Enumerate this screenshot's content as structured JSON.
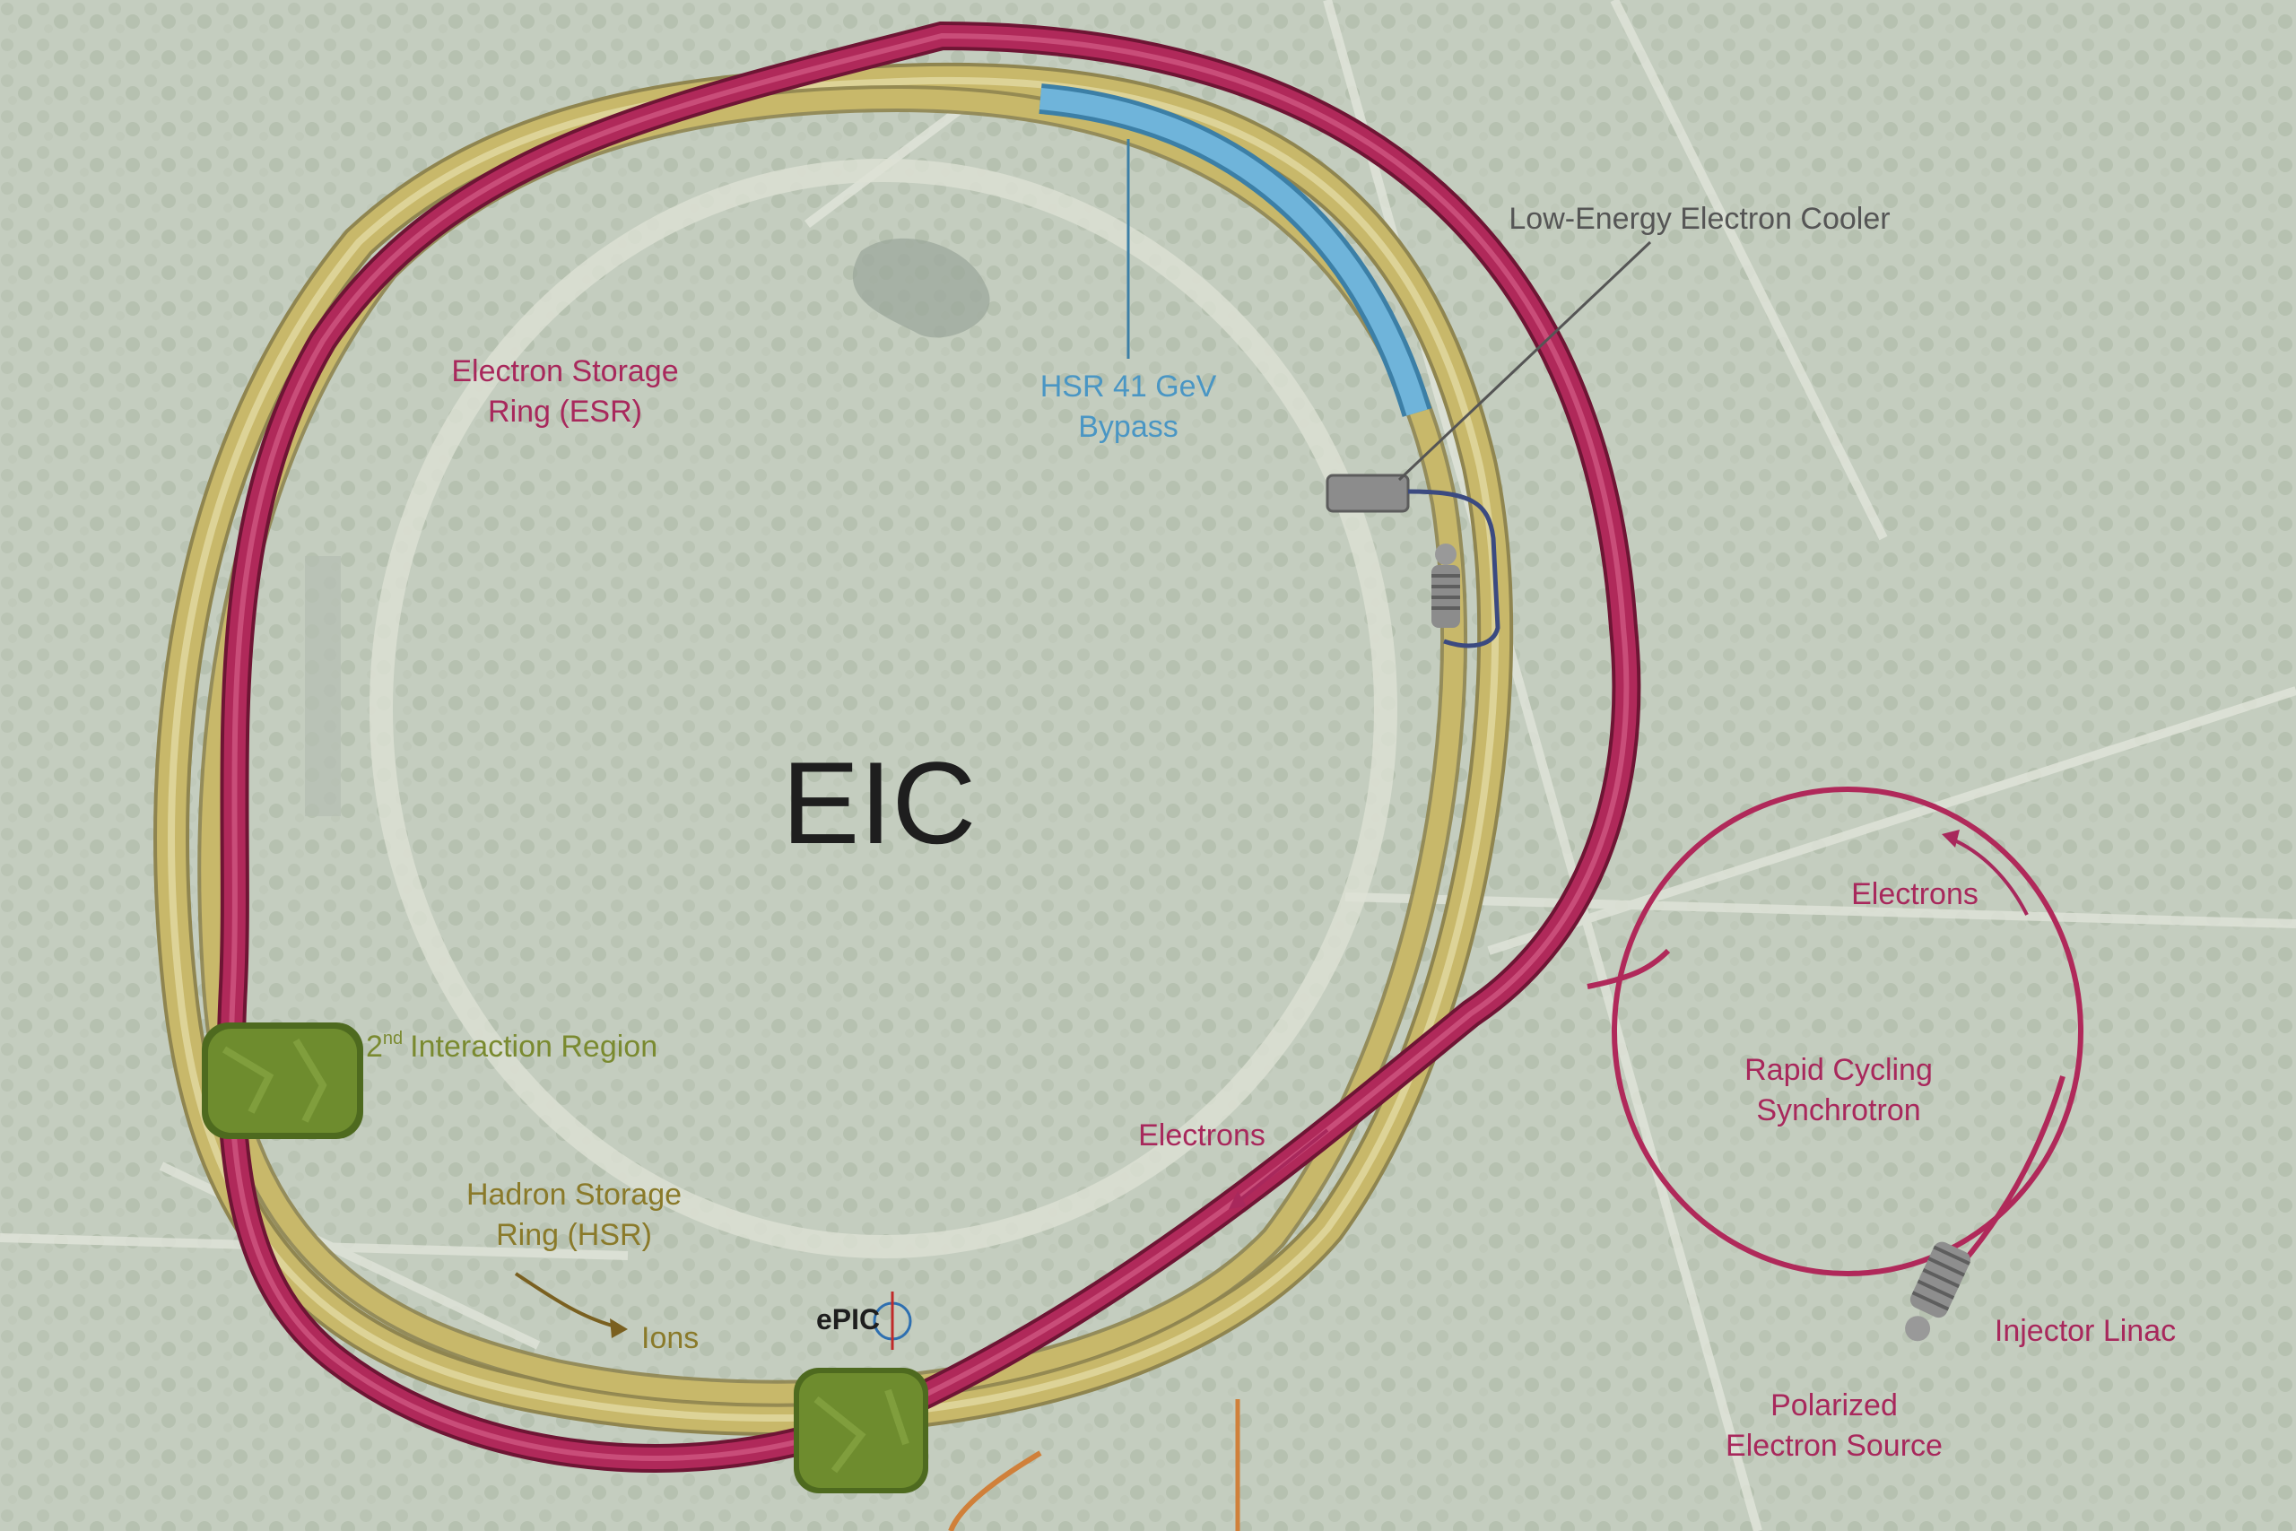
{
  "title": "EIC",
  "labels": {
    "cooler": "Low-Energy Electron Cooler",
    "esr_line1": "Electron Storage",
    "esr_line2": "Ring (ESR)",
    "bypass_line1": "HSR 41 GeV",
    "bypass_line2": "Bypass",
    "ir2_sup": "nd",
    "ir2_num": "2",
    "ir2_text": "Interaction Region",
    "hsr_line1": "Hadron Storage",
    "hsr_line2": "Ring (HSR)",
    "ions": "Ions",
    "epic": "ePIC",
    "electrons_ring": "Electrons",
    "electrons_rcs": "Electrons",
    "rcs_line1": "Rapid Cycling",
    "rcs_line2": "Synchrotron",
    "injector": "Injector Linac",
    "source_line1": "Polarized",
    "source_line2": "Electron Source"
  },
  "colors": {
    "esr": "#b0295a",
    "hsr": "#c8b86a",
    "bypass": "#5fa8cf",
    "hsr_label": "#8a7a2a",
    "ir_label": "#7a8a30",
    "electron_label": "#a8285c",
    "bypass_label": "#4a96c4",
    "detector": "#6e8c2e",
    "title": "#1e1e1e"
  }
}
